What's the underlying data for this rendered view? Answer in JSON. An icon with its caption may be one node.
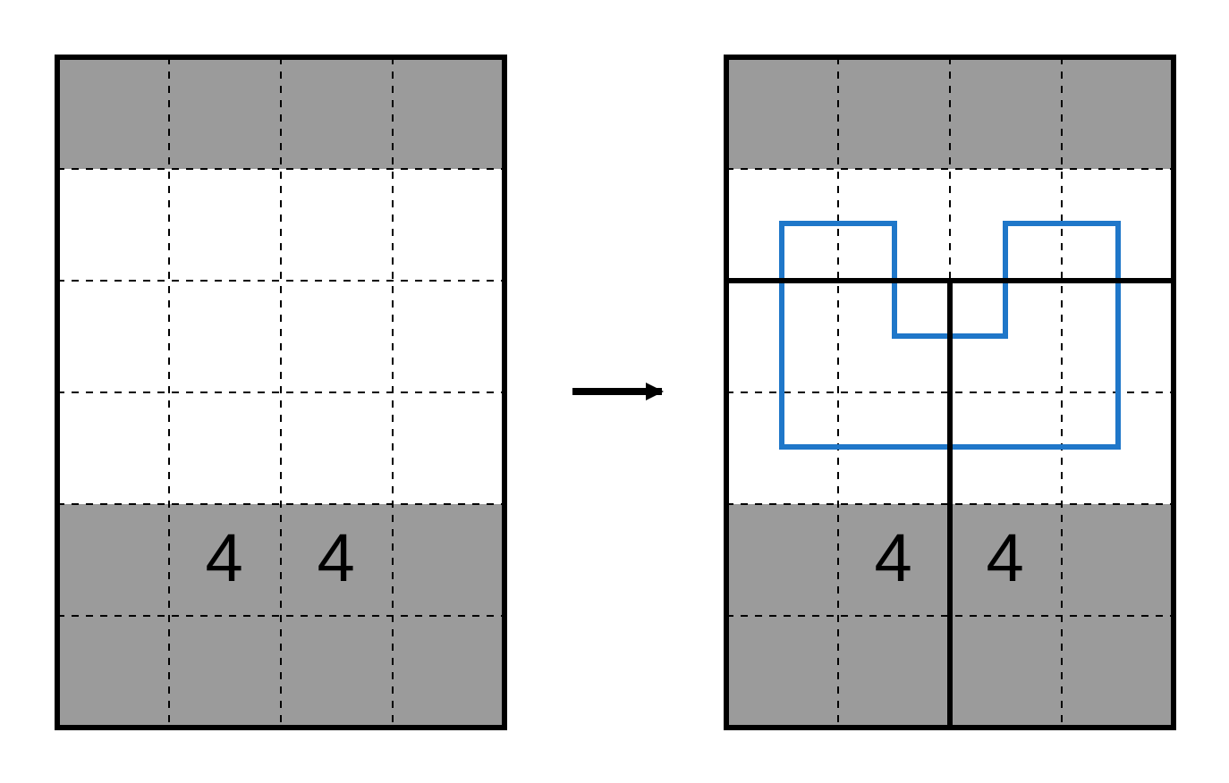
{
  "diagram": {
    "nodes": [
      {
        "text": [
          "4",
          "4"
        ]
      },
      {
        "text": [
          "4",
          "4"
        ]
      }
    ],
    "edges": [
      {
        "from": 0,
        "to": 1,
        "arrow": "to"
      }
    ]
  }
}
